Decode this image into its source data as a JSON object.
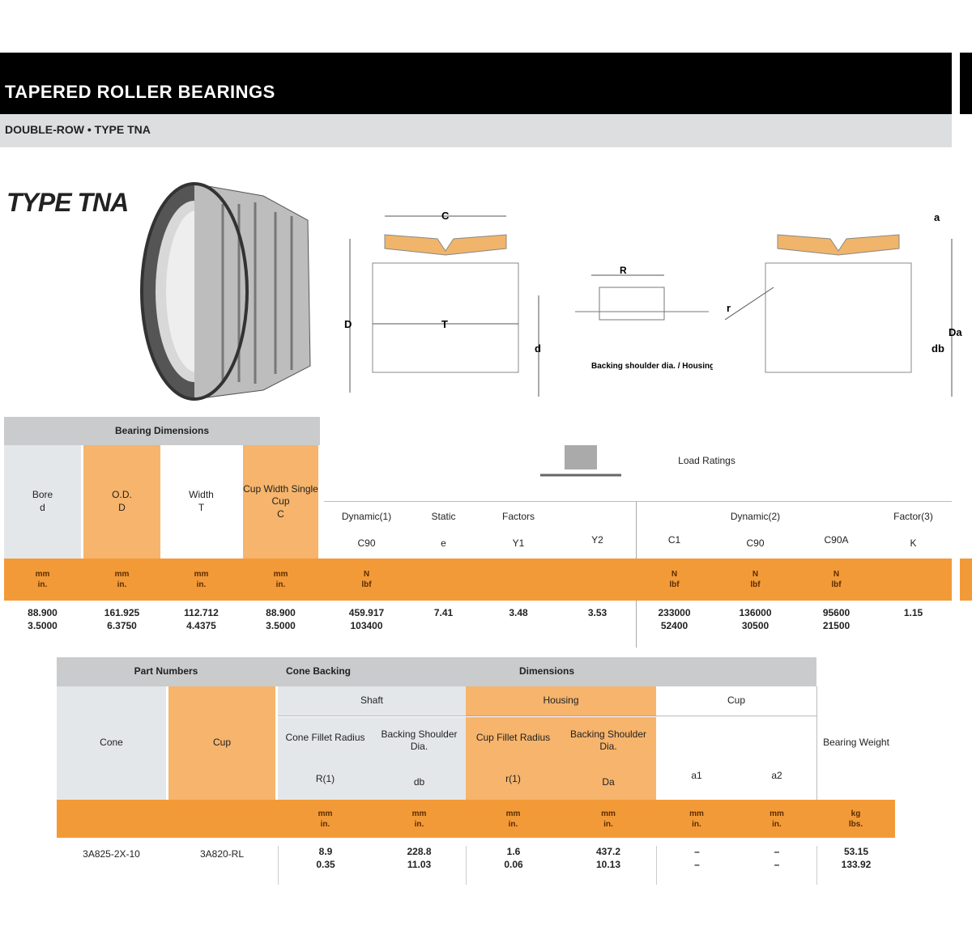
{
  "header": {
    "title": "TAPERED ROLLER BEARINGS",
    "subtitle": "DOUBLE-ROW • TYPE TNA"
  },
  "type_label": "TYPE TNA",
  "diagram": {
    "c": "C",
    "t": "T",
    "d_big": "D",
    "d_small": "d",
    "r": "R",
    "r_small": "r",
    "a": "a",
    "db": "db",
    "Da": "Da",
    "backing_label": "Backing shoulder dia. / Housing"
  },
  "table1": {
    "group": "Bearing Dimensions",
    "cols": [
      {
        "l": "Bore",
        "s": "d",
        "u": "mm",
        "u2": "in."
      },
      {
        "l": "O.D.",
        "s": "D",
        "u": "mm",
        "u2": "in."
      },
      {
        "l": "Width",
        "s": "T",
        "u": "mm",
        "u2": "in."
      },
      {
        "l": "Cup Width Single Cup",
        "s": "C",
        "u": "mm",
        "u2": "in."
      }
    ],
    "load_label": "Load Ratings",
    "right": [
      {
        "l": "Dynamic(1)",
        "s": "C90",
        "u": "N",
        "u2": "lbf"
      },
      {
        "l": "Static",
        "s": "e"
      },
      {
        "l": "Factors",
        "s": "Y1"
      },
      {
        "l": "",
        "s": "Y2"
      },
      {
        "l": "",
        "s": "C1",
        "u": "N",
        "u2": "lbf"
      },
      {
        "l": "Dynamic(2)",
        "s": "C90",
        "u": "N",
        "u2": "lbf"
      },
      {
        "l": "",
        "s": "C90A",
        "u": "N",
        "u2": "lbf"
      },
      {
        "l": "Factor(3)",
        "s": "K"
      }
    ],
    "row": [
      [
        "88.900",
        "3.5000"
      ],
      [
        "161.925",
        "6.3750"
      ],
      [
        "112.712",
        "4.4375"
      ],
      [
        "88.900",
        "3.5000"
      ],
      [
        "459.917",
        "103400"
      ],
      [
        "7.41",
        ""
      ],
      [
        "3.48",
        ""
      ],
      [
        "3.53",
        ""
      ],
      [
        "233000",
        "52400"
      ],
      [
        "136000",
        "30500"
      ],
      [
        "95600",
        "21500"
      ],
      [
        "1.15",
        ""
      ]
    ]
  },
  "table2": {
    "groups": [
      "Part Numbers",
      "Cone Backing",
      "Dimensions"
    ],
    "cone": "Cone",
    "cup": "Cup",
    "shaft": "Shaft",
    "housing": "Housing",
    "cupg": "Cup",
    "sub": [
      {
        "l": "Cone Fillet Radius",
        "s": "R(1)",
        "u": "mm",
        "u2": "in."
      },
      {
        "l": "Backing Shoulder Dia.",
        "s": "db",
        "u": "mm",
        "u2": "in."
      },
      {
        "l": "Cup Fillet Radius",
        "s": "r(1)",
        "u": "mm",
        "u2": "in."
      },
      {
        "l": "Backing Shoulder Dia.",
        "s": "Da",
        "u": "mm",
        "u2": "in."
      },
      {
        "l": "",
        "s": "a1",
        "u": "mm",
        "u2": "in."
      },
      {
        "l": "",
        "s": "a2",
        "u": "mm",
        "u2": "in."
      }
    ],
    "weight": "Bearing Weight",
    "weight_u": "kg",
    "weight_u2": "lbs.",
    "row": {
      "cone": "3A825-2X-10",
      "cup": "3A820-RL",
      "vals": [
        [
          "8.9",
          "0.35"
        ],
        [
          "228.8",
          "11.03"
        ],
        [
          "1.6",
          "0.06"
        ],
        [
          "437.2",
          "10.13"
        ],
        [
          "–",
          "–"
        ],
        [
          "–",
          "–"
        ],
        [
          "53.15",
          "133.92"
        ]
      ]
    }
  }
}
